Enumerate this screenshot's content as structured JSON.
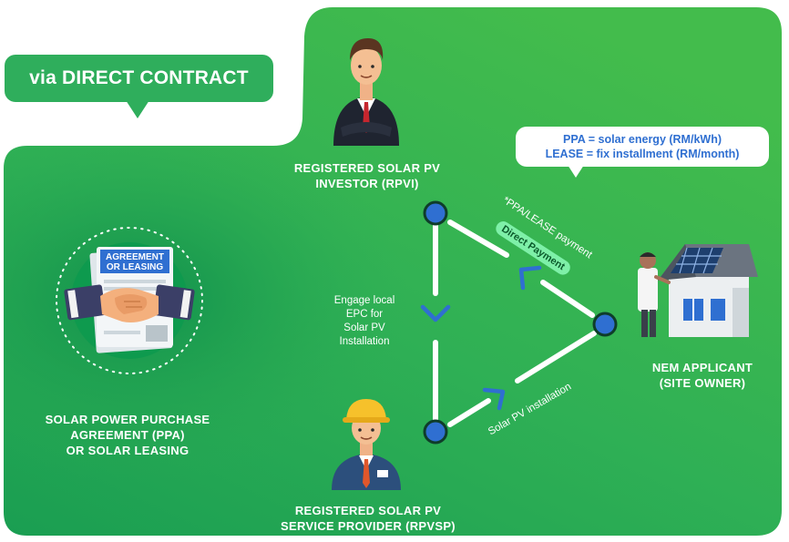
{
  "header": {
    "title": "via DIRECT CONTRACT"
  },
  "agreement": {
    "doc_label": "AGREEMENT OR LEASING",
    "doc_line1": "AGREEMENT",
    "doc_line2": "OR LEASING",
    "caption_line1": "SOLAR POWER PURCHASE",
    "caption_line2": "AGREEMENT (PPA)",
    "caption_line3": "OR SOLAR LEASING"
  },
  "investor": {
    "line1": "REGISTERED SOLAR PV",
    "line2": "INVESTOR (RPVI)"
  },
  "service_provider": {
    "line1": "REGISTERED SOLAR PV",
    "line2": "SERVICE PROVIDER (RPVSP)"
  },
  "applicant": {
    "line1": "NEM APPLICANT",
    "line2": "(SITE OWNER)"
  },
  "definitions": {
    "ppa": "PPA = solar energy (RM/kWh)",
    "lease": "LEASE = fix installment (RM/month)"
  },
  "flows": {
    "engage_line1": "Engage local",
    "engage_line2": "EPC for",
    "engage_line3": "Solar PV",
    "engage_line4": "Installation",
    "payment": "*PPA/LEASE payment",
    "direct_payment": "Direct Payment",
    "installation": "Solar PV installation"
  },
  "colors": {
    "green_dark": "#1d9d4e",
    "green_light": "#41b94f",
    "pill": "#2fae5c",
    "node_fill": "#2f6fd1",
    "arrow": "#2f6fd1",
    "bubble_text": "#2f6fd1",
    "badge_bg": "#7ef0a8"
  }
}
